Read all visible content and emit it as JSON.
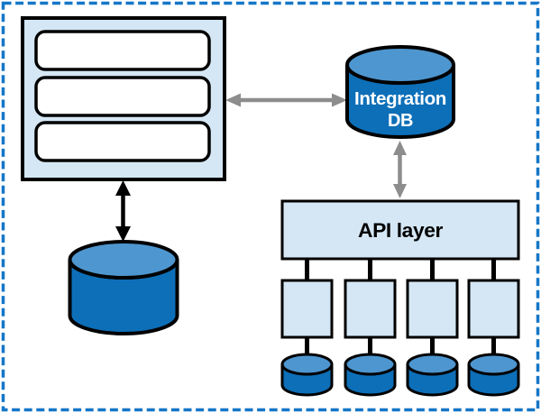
{
  "diagram": {
    "integration_db": {
      "line1": "Integration",
      "line2": "DB"
    },
    "api_layer": {
      "label": "API layer"
    }
  },
  "colors": {
    "background": "#ffffff",
    "accent_dash": "#1577c8",
    "panel_fill": "#d5e7f5",
    "slot_fill": "#ffffff",
    "cylinder_body": "#0d6fb8",
    "cylinder_top": "#4e96cf",
    "arrow_gray": "#8d8d8d",
    "outline": "#000000",
    "label_on_db": "#ffffff",
    "label_on_panel": "#000000"
  }
}
